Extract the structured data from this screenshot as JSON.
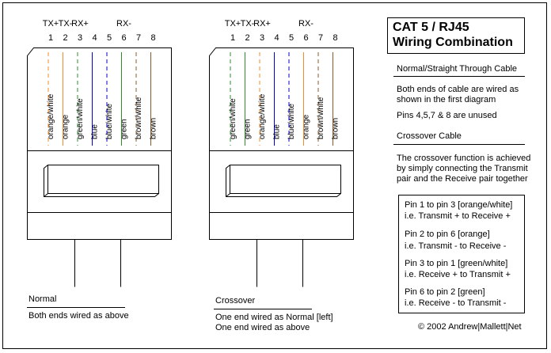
{
  "connector_a": {
    "signals": [
      {
        "label": "TX+",
        "pin": 1
      },
      {
        "label": "TX-",
        "pin": 2
      },
      {
        "label": "RX+",
        "pin": 3
      },
      {
        "label": "RX-",
        "pin": 6
      }
    ],
    "pins": [
      "1",
      "2",
      "3",
      "4",
      "5",
      "6",
      "7",
      "8"
    ],
    "wires": [
      {
        "label": "orange/white",
        "color": "#f28c28",
        "dashed": true
      },
      {
        "label": "orange",
        "color": "#f28c28",
        "dashed": false
      },
      {
        "label": "green/white",
        "color": "#2e8b2e",
        "dashed": true
      },
      {
        "label": "blue",
        "color": "#0000cc",
        "dashed": false
      },
      {
        "label": "blue/white",
        "color": "#0000cc",
        "dashed": true
      },
      {
        "label": "green",
        "color": "#2e8b2e",
        "dashed": false
      },
      {
        "label": "brown/white",
        "color": "#8b5a2b",
        "dashed": true
      },
      {
        "label": "brown",
        "color": "#8b5a2b",
        "dashed": false
      }
    ],
    "caption": "Normal",
    "description": "Both ends wired as above"
  },
  "connector_b": {
    "signals": [
      {
        "label": "TX+",
        "pin": 1
      },
      {
        "label": "TX-",
        "pin": 2
      },
      {
        "label": "RX+",
        "pin": 3
      },
      {
        "label": "RX-",
        "pin": 6
      }
    ],
    "pins": [
      "1",
      "2",
      "3",
      "4",
      "5",
      "6",
      "7",
      "8"
    ],
    "wires": [
      {
        "label": "green/white",
        "color": "#2e8b2e",
        "dashed": true
      },
      {
        "label": "green",
        "color": "#2e8b2e",
        "dashed": false
      },
      {
        "label": "orange/white",
        "color": "#f28c28",
        "dashed": true
      },
      {
        "label": "blue",
        "color": "#0000cc",
        "dashed": false
      },
      {
        "label": "blue/white",
        "color": "#0000cc",
        "dashed": true
      },
      {
        "label": "orange",
        "color": "#f28c28",
        "dashed": false
      },
      {
        "label": "brown/white",
        "color": "#8b5a2b",
        "dashed": true
      },
      {
        "label": "brown",
        "color": "#8b5a2b",
        "dashed": false
      }
    ],
    "caption": "Crossover",
    "description_line1": "One end wired as Normal [left]",
    "description_line2": "One end wired as above"
  },
  "info": {
    "title_line1": "CAT 5 / RJ45",
    "title_line2": "Wiring Combination",
    "straight_heading": "Normal/Straight Through Cable",
    "straight_text1": "Both ends of cable are wired as",
    "straight_text2": "shown in the first diagram",
    "unused_pins": "Pins 4,5,7 & 8 are unused",
    "crossover_heading": "Crossover Cable",
    "crossover_text1": "The crossover function is achieved",
    "crossover_text2": "by simply connecting the Transmit",
    "crossover_text3": "pair and the Receive pair together",
    "mappings": [
      {
        "pins": "Pin 1 to pin 3 [orange/white]",
        "signal": "i.e. Transmit + to Receive +"
      },
      {
        "pins": "Pin 2 to pin 6 [orange]",
        "signal": "i.e. Transmit - to Receive -"
      },
      {
        "pins": "Pin 3 to pin 1 [green/white]",
        "signal": "i.e. Receive + to Transmit +"
      },
      {
        "pins": "Pin 6 to pin 2 [green]",
        "signal": "i.e. Receive - to Transmit -"
      }
    ],
    "copyright": "© 2002 Andrew|Mallett|Net"
  }
}
